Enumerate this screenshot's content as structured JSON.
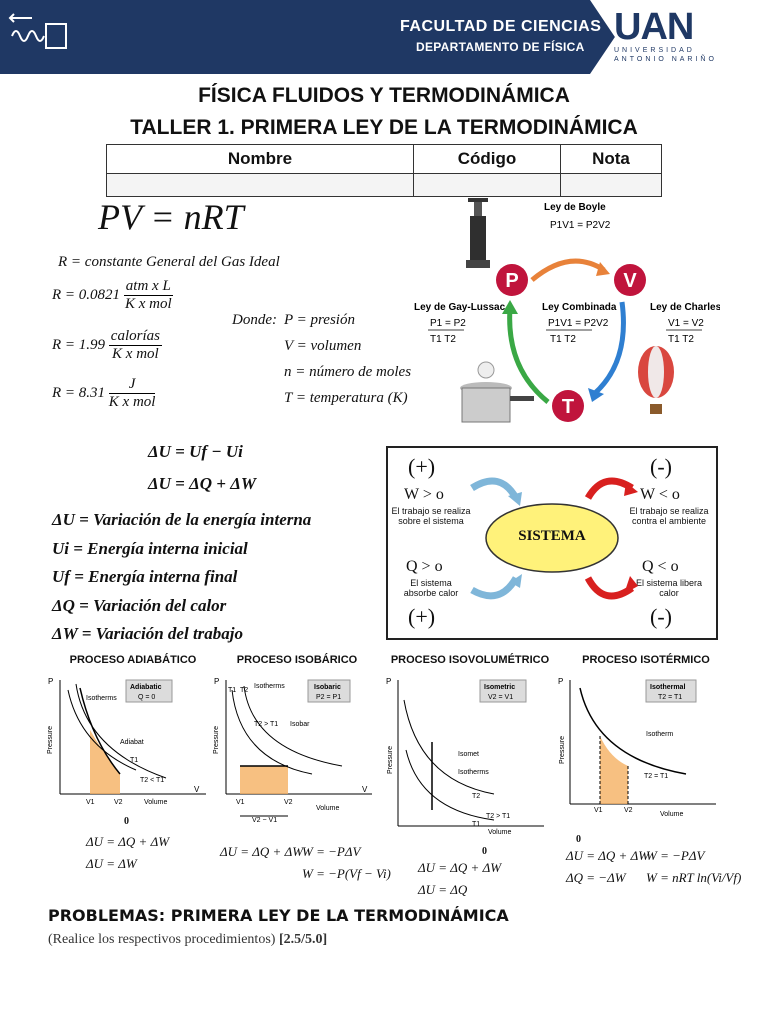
{
  "header": {
    "faculty": "FACULTAD DE CIENCIAS",
    "department": "DEPARTAMENTO DE FÍSICA",
    "logo_main": "UAN",
    "logo_sub1": "UNIVERSIDAD",
    "logo_sub2": "ANTONIO NARIÑO",
    "bg_color": "#1f3864"
  },
  "title1": "FÍSICA FLUIDOS Y TERMODINÁMICA",
  "title2": "TALLER 1. PRIMERA LEY DE LA TERMODINÁMICA",
  "table": {
    "headers": [
      "Nombre",
      "Código",
      "Nota"
    ]
  },
  "gas_law": {
    "main_eq": "PV = nRT",
    "r_desc": "R = constante General del Gas Ideal",
    "r1_value": "R = 0.0821",
    "r1_num": "atm x L",
    "r1_den": "K x mol",
    "r2_value": "R = 1.99",
    "r2_num": "calorías",
    "r2_den": "K x mol",
    "r3_value": "R = 8.31",
    "r3_num": "J",
    "r3_den": "K x mol",
    "donde": "Donde:",
    "vars": [
      "P = presión",
      "V = volumen",
      "n = número de moles",
      "T = temperatura (K)"
    ]
  },
  "laws": {
    "boyle": "Ley de Boyle",
    "boyle_eq": "P1V1 = P2V2",
    "gay_lussac": "Ley de Gay-Lussac",
    "gay_eq_top": "P1 = P2",
    "gay_eq_bot": "T1   T2",
    "combined": "Ley Combinada",
    "combined_top": "P1V1 = P2V2",
    "combined_bot": "T1      T2",
    "charles": "Ley de Charles",
    "charles_top": "V1 = V2",
    "charles_bot": "T1   T2",
    "nodes": [
      "P",
      "V",
      "T"
    ],
    "node_color": "#c0143c"
  },
  "first_law": {
    "eq1": "ΔU = Uf − Ui",
    "eq2": "ΔU = ΔQ + ΔW",
    "defs": [
      "ΔU = Variación de la energía interna",
      "Ui = Energía interna inicial",
      "Uf = Energía interna final",
      "ΔQ = Variación del calor",
      "ΔW = Variación del trabajo"
    ]
  },
  "system": {
    "plus": "(+)",
    "minus": "(-)",
    "center": "SISTEMA",
    "w_pos": "W > o",
    "w_pos_desc": "El trabajo se realiza sobre el sistema",
    "w_neg": "W < o",
    "w_neg_desc": "El trabajo se realiza contra el ambiente",
    "q_pos": "Q > o",
    "q_pos_desc": "El sistema absorbe calor",
    "q_neg": "Q < o",
    "q_neg_desc": "El sistema libera calor",
    "center_color": "#fff27a"
  },
  "processes": [
    {
      "title": "PROCESO ADIABÁTICO",
      "tag": "Adiabatic",
      "tag2": "Q = 0",
      "curves": [
        "Isotherms",
        "Adiabat",
        "T1",
        "T2 < T1"
      ],
      "eqs": [
        "ΔU = ΔQ + ΔW",
        "ΔU = ΔW"
      ],
      "zero": "0"
    },
    {
      "title": "PROCESO ISOBÁRICO",
      "tag": "Isobaric",
      "tag2": "P2 = P1",
      "curves": [
        "Isotherms",
        "T2 > T1",
        "Isobar",
        "T1",
        "T2"
      ],
      "eqs": [
        "ΔU = ΔQ + ΔW",
        "W = −PΔV",
        "W = −P(Vf − Vi)"
      ],
      "vdiff": "V2 − V1"
    },
    {
      "title": "PROCESO ISOVOLUMÉTRICO",
      "tag": "Isometric",
      "tag2": "V2 = V1",
      "curves": [
        "Isomet",
        "Isotherms",
        "T2",
        "T2 > T1",
        "T1"
      ],
      "eqs": [
        "ΔU = ΔQ + ΔW",
        "ΔU = ΔQ"
      ],
      "zero": "0"
    },
    {
      "title": "PROCESO ISOTÉRMICO",
      "tag": "Isothermal",
      "tag2": "T2 = T1",
      "curves": [
        "Isotherm",
        "T2 = T1"
      ],
      "eqs": [
        "ΔU = ΔQ + ΔW",
        "ΔQ = −ΔW",
        "W = −PΔV",
        "W = nRT ln(Vi/Vf)"
      ],
      "zero": "0"
    }
  ],
  "axis": {
    "p": "P",
    "v": "V",
    "pressure": "Pressure",
    "volume": "Volume",
    "v1": "V1",
    "v2": "V2"
  },
  "problems_title": "PROBLEMAS: PRIMERA LEY DE LA TERMODINÁMICA",
  "instructions": "(Realice los respectivos procedimientos)",
  "instructions_score": "[2.5/5.0]"
}
